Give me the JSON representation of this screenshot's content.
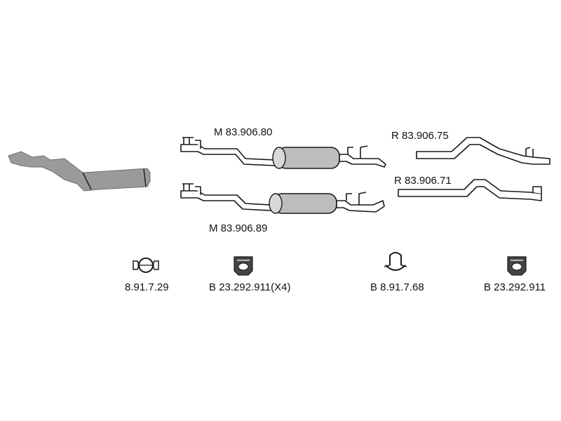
{
  "parts": {
    "middle_muffler_top": {
      "label": "M 83.906.80"
    },
    "middle_muffler_bottom": {
      "label": "M 83.906.89"
    },
    "rear_pipe_top": {
      "label": "R 83.906.75"
    },
    "rear_pipe_bottom": {
      "label": "R 83.906.71"
    }
  },
  "accessories": [
    {
      "label": "8.91.7.29"
    },
    {
      "label": "B 23.292.911(X4)"
    },
    {
      "label": "B 8.91.7.68"
    },
    {
      "label": "B 23.292.911"
    }
  ],
  "colors": {
    "line": "#1a1a1a",
    "catalyst_fill": "#9a9a9a",
    "muffler_fill": "#bdbdbd",
    "clamp_fill": "#444444"
  }
}
